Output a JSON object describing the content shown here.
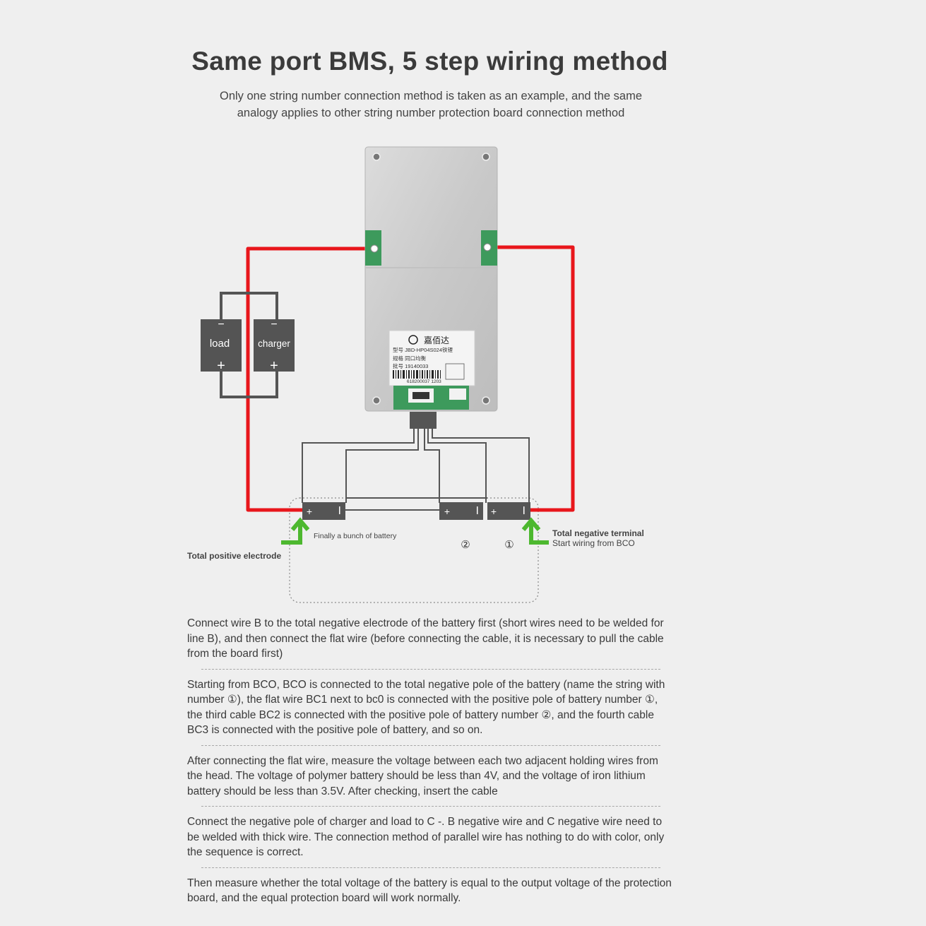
{
  "title": "Same port BMS, 5 step wiring method",
  "subtitle": "Only one string number connection method is taken as an example, and the same analogy applies to other string number protection board connection method",
  "diagram": {
    "load_label": "load",
    "charger_label": "charger",
    "minus_sign": "−",
    "plus_sign": "+",
    "board_label": {
      "brand": "嘉佰达",
      "model": "型号  JBD-HP04S024铁锂",
      "spec": "规格          同口均衡",
      "serial": "批号  19140033",
      "barcode_number": "618200037  1203"
    },
    "last_battery_label": "Finally a bunch of battery",
    "battery_2_label": "②",
    "battery_1_label": "①",
    "total_positive_label": "Total positive electrode",
    "total_negative_label": "Total negative terminal",
    "start_wiring_label": "Start wiring from BCO",
    "colors": {
      "wire_red": "#e8161b",
      "arrow_green": "#4db82f",
      "battery_gray": "#555555"
    }
  },
  "steps": [
    "Connect wire B to the total negative electrode of the battery first (short wires need to be welded for line B), and then connect the flat wire (before connecting the cable, it is necessary to pull the cable from the board first)",
    "Starting from BCO, BCO is connected to the total negative pole of the battery (name the string with number ①), the flat wire BC1 next to bc0 is connected with the positive pole of battery number ①, the third cable BC2 is connected with the positive pole of battery number ②, and the fourth cable BC3 is connected with the positive pole of battery, and so on.",
    "After connecting the flat wire, measure the voltage between each two adjacent holding wires from the head. The voltage of polymer battery should be less than 4V, and the voltage of iron lithium battery should be less than 3.5V. After checking, insert the cable",
    "Connect the negative pole of charger and load to C -. B negative wire and C negative wire need to be welded with thick wire. The connection method of parallel wire has nothing to do with color, only the sequence is correct.",
    "Then measure whether the total voltage of the battery is equal to the output voltage of the protection board, and the equal protection board will work normally."
  ]
}
